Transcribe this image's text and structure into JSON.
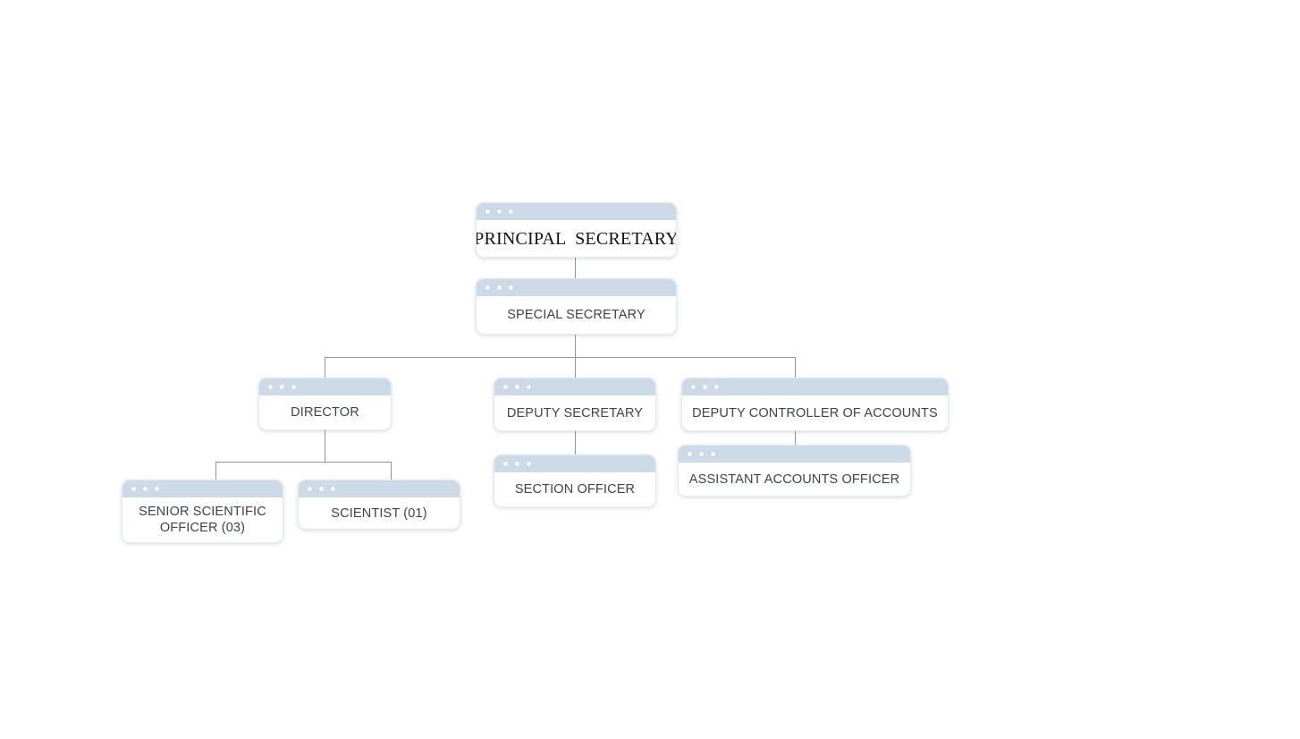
{
  "chart": {
    "type": "org-chart",
    "background": "#ffffff",
    "accent_header_color": "#ccdae7",
    "connector_color": "#8e959b",
    "card_border_color": "#e3eaf0",
    "text_color": "#3d4349",
    "root_text_color": "#111111",
    "window_dot_count": 3
  },
  "nodes": [
    {
      "id": "principal-secretary",
      "label": "PRINCIPAL  SECRETARY",
      "level": 0,
      "parent": null,
      "count": null,
      "style": "serif"
    },
    {
      "id": "special-secretary",
      "label": "SPECIAL SECRETARY",
      "level": 1,
      "parent": "principal-secretary",
      "count": null,
      "style": "sans"
    },
    {
      "id": "director",
      "label": "DIRECTOR",
      "level": 2,
      "parent": "special-secretary",
      "count": null,
      "style": "sans"
    },
    {
      "id": "deputy-secretary",
      "label": "DEPUTY SECRETARY",
      "level": 2,
      "parent": "special-secretary",
      "count": null,
      "style": "sans"
    },
    {
      "id": "deputy-controller-of-accounts",
      "label": "DEPUTY CONTROLLER OF ACCOUNTS",
      "level": 2,
      "parent": "special-secretary",
      "count": null,
      "style": "sans"
    },
    {
      "id": "senior-scientific-officer",
      "label": "SENIOR SCIENTIFIC OFFICER (03)",
      "level": 3,
      "parent": "director",
      "count": "03",
      "style": "sans"
    },
    {
      "id": "scientist",
      "label": "SCIENTIST (01)",
      "level": 3,
      "parent": "director",
      "count": "01",
      "style": "sans"
    },
    {
      "id": "section-officer",
      "label": "SECTION OFFICER",
      "level": 3,
      "parent": "deputy-secretary",
      "count": null,
      "style": "sans"
    },
    {
      "id": "assistant-accounts-officer",
      "label": "ASSISTANT ACCOUNTS OFFICER",
      "level": 3,
      "parent": "deputy-controller-of-accounts",
      "count": null,
      "style": "sans"
    }
  ]
}
